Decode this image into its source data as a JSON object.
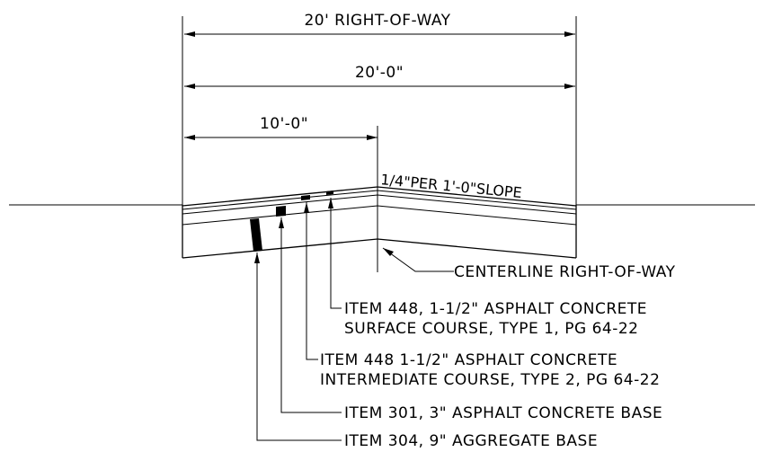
{
  "dimensions": {
    "row": "20' RIGHT-OF-WAY",
    "overall": "20'-0\"",
    "half": "10'-0\""
  },
  "slope_note": "1/4\"PER 1'-0\"SLOPE",
  "centerline_label": "CENTERLINE RIGHT-OF-WAY",
  "callouts": [
    {
      "line1": "ITEM 448, 1-1/2\" ASPHALT CONCRETE",
      "line2": "SURFACE COURSE, TYPE 1, PG 64-22"
    },
    {
      "line1": "ITEM 448 1-1/2\" ASPHALT CONCRETE",
      "line2": "INTERMEDIATE COURSE, TYPE 2, PG 64-22"
    },
    {
      "line1": "ITEM 301, 3\" ASPHALT CONCRETE BASE"
    },
    {
      "line1": "ITEM 304, 9\" AGGREGATE BASE"
    }
  ]
}
